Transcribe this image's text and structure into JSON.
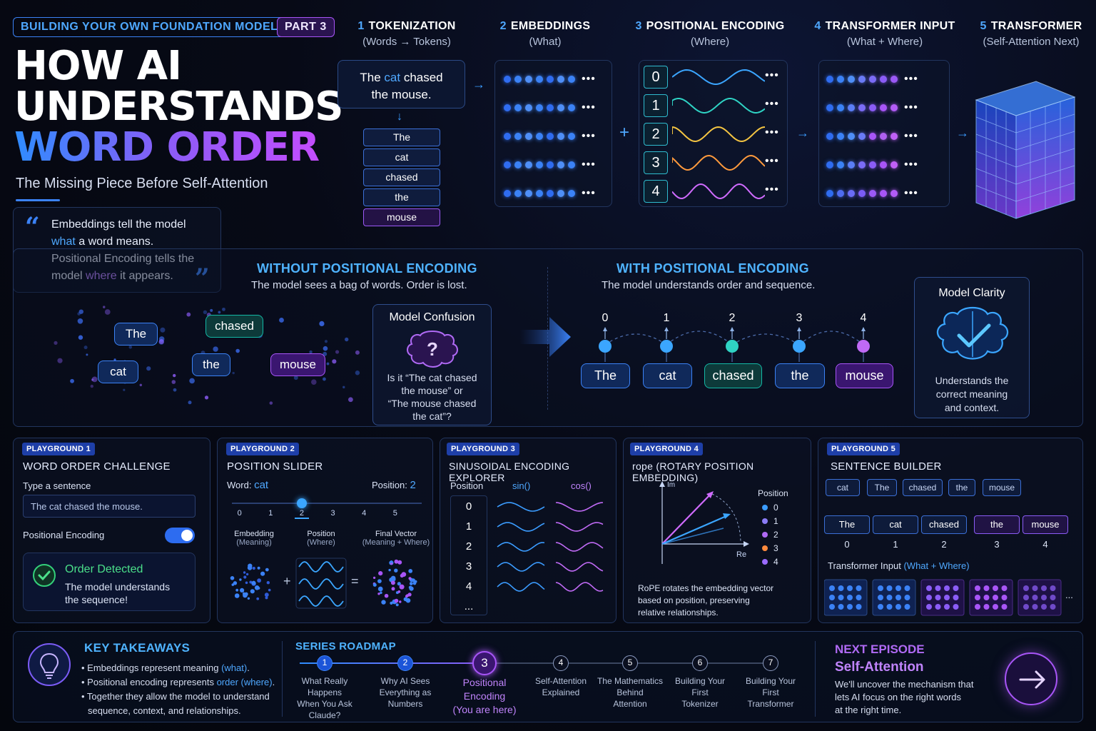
{
  "header": {
    "series_tag": "BUILDING YOUR OWN FOUNDATION MODEL",
    "part_tag": "PART 3",
    "title_line1": "HOW AI",
    "title_line2": "UNDERSTANDS",
    "title_line3": "WORD ORDER",
    "subtitle": "The Missing Piece Before Self-Attention"
  },
  "quote": {
    "line1": "Embeddings tell the model",
    "what": "what",
    "line2": "a word means.",
    "line3": "Positional Encoding tells the",
    "line4a": "model",
    "where": "where",
    "line4b": "it appears."
  },
  "pipeline": {
    "steps": [
      {
        "num": "1",
        "title": "TOKENIZATION",
        "sub": "(Words → Tokens)"
      },
      {
        "num": "2",
        "title": "EMBEDDINGS",
        "sub": "(What)"
      },
      {
        "num": "3",
        "title": "POSITIONAL ENCODING",
        "sub": "(Where)"
      },
      {
        "num": "4",
        "title": "TRANSFORMER INPUT",
        "sub": "(What + Where)"
      },
      {
        "num": "5",
        "title": "TRANSFORMER",
        "sub": "(Self-Attention Next)"
      }
    ],
    "sentence_pre": "The",
    "sentence_cat": "cat",
    "sentence_post": "chased",
    "sentence_line2": "the mouse.",
    "tokens": [
      "The",
      "cat",
      "chased",
      "the",
      "mouse"
    ],
    "positions": [
      "0",
      "1",
      "2",
      "3",
      "4"
    ],
    "more": "•••",
    "plus": "+"
  },
  "without": {
    "title": "WITHOUT POSITIONAL ENCODING",
    "sub": "The model sees a bag of words. Order is lost.",
    "words": [
      "The",
      "chased",
      "cat",
      "the",
      "mouse"
    ],
    "confusion_title": "Model Confusion",
    "confusion_text": [
      "Is it “The cat chased",
      "the mouse” or",
      "“The mouse chased",
      "the cat”?"
    ],
    "q": "?"
  },
  "with": {
    "title": "WITH POSITIONAL ENCODING",
    "sub": "The model understands order and sequence.",
    "positions": [
      "0",
      "1",
      "2",
      "3",
      "4"
    ],
    "words": [
      "The",
      "cat",
      "chased",
      "the",
      "mouse"
    ],
    "clarity_title": "Model Clarity",
    "clarity_text": [
      "Understands the",
      "correct meaning",
      "and context."
    ]
  },
  "pg1": {
    "tag": "PLAYGROUND 1",
    "title": "WORD ORDER CHALLENGE",
    "label": "Type a sentence",
    "input_value": "The cat chased the mouse.",
    "toggle_label": "Positional Encoding",
    "toggle_on": true,
    "status_title": "Order Detected",
    "status_text1": "The model understands",
    "status_text2": "the sequence!"
  },
  "pg2": {
    "tag": "PLAYGROUND 2",
    "title": "POSITION SLIDER",
    "word_label": "Word:",
    "word_value": "cat",
    "pos_label": "Position:",
    "pos_value": "2",
    "slider_value": 2,
    "ticks": [
      "0",
      "1",
      "2",
      "3",
      "4",
      "5"
    ],
    "emb_label": "Embedding",
    "emb_sub": "(Meaning)",
    "pos_col_label": "Position",
    "pos_col_sub": "(Where)",
    "final_label": "Final Vector",
    "final_sub": "(Meaning + Where)",
    "plus": "+",
    "eq": "="
  },
  "pg3": {
    "tag": "PLAYGROUND 3",
    "title": "SINUSOIDAL ENCODING EXPLORER",
    "col_pos": "Position",
    "col_sin": "sin()",
    "col_cos": "cos()",
    "rows": [
      "0",
      "1",
      "2",
      "3",
      "4",
      "..."
    ]
  },
  "pg4": {
    "tag": "PLAYGROUND 4",
    "title": "rope (ROTARY POSITION EMBEDDING)",
    "axis_im": "Im",
    "axis_re": "Re",
    "legend_title": "Position",
    "legend": [
      "0",
      "1",
      "2",
      "3",
      "4"
    ],
    "legend_colors": [
      "#3b9cff",
      "#8b7cf6",
      "#b06af5",
      "#ff8a3d",
      "#9b6bff"
    ],
    "desc": [
      "RoPE rotates the embedding vector",
      "based on position, preserving",
      "relative relationships."
    ]
  },
  "pg5": {
    "tag": "PLAYGROUND 5",
    "title": "SENTENCE BUILDER",
    "chips": [
      "cat",
      "The",
      "chased",
      "the",
      "mouse"
    ],
    "ordered": [
      "The",
      "cat",
      "chased",
      "the",
      "mouse"
    ],
    "indices": [
      "0",
      "1",
      "2",
      "3",
      "4"
    ],
    "input_label": "Transformer Input",
    "input_label_paren": "(What + Where)",
    "more": "..."
  },
  "footer": {
    "takeaways_title": "KEY TAKEAWAYS",
    "t1a": "• Embeddings represent meaning",
    "t1b": "(what)",
    "t2a": "• Positional encoding represents",
    "t2b": "order (where)",
    "t3a": "• Together they allow the model to understand",
    "t3b": "sequence, context, and relationships.",
    "roadmap_title": "SERIES ROADMAP",
    "roadmap": [
      {
        "n": "1",
        "label": [
          "What Really",
          "Happens",
          "When You Ask",
          "Claude?"
        ]
      },
      {
        "n": "2",
        "label": [
          "Why AI Sees",
          "Everything as",
          "Numbers"
        ]
      },
      {
        "n": "3",
        "label": [
          "Positional",
          "Encoding",
          "(You are here)"
        ]
      },
      {
        "n": "4",
        "label": [
          "Self-Attention",
          "Explained"
        ]
      },
      {
        "n": "5",
        "label": [
          "The Mathematics",
          "Behind",
          "Attention"
        ]
      },
      {
        "n": "6",
        "label": [
          "Building Your",
          "First",
          "Tokenizer"
        ]
      },
      {
        "n": "7",
        "label": [
          "Building Your",
          "First",
          "Transformer"
        ]
      }
    ],
    "next_title": "NEXT EPISODE",
    "next_name": "Self-Attention",
    "next_desc": [
      "We'll uncover the mechanism that",
      "lets AI focus on the right words",
      "at the right time."
    ]
  }
}
